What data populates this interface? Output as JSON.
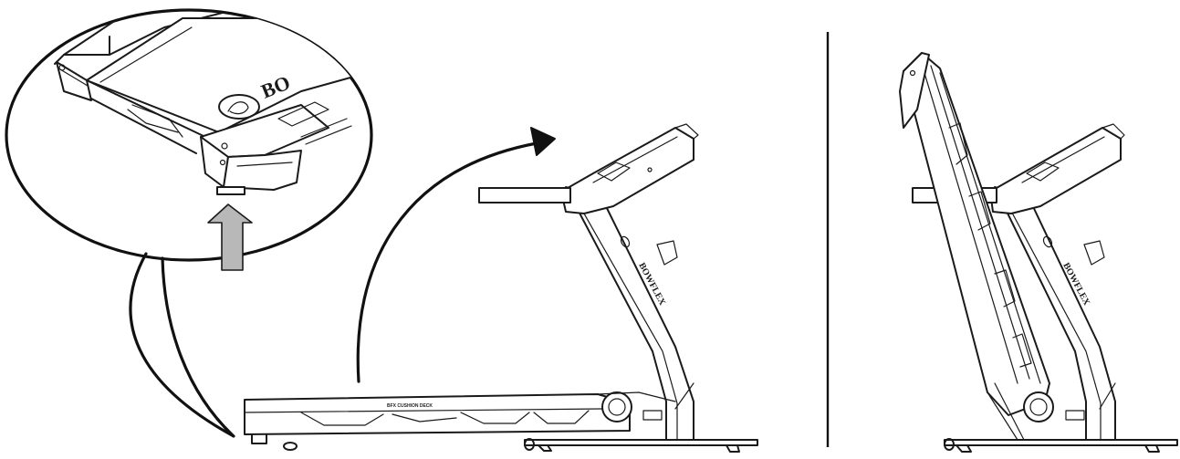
{
  "zoom_view": {
    "brand_text": "BO",
    "arrow_color": "#b8b8b8"
  },
  "treadmill": {
    "deck_label": "BFX CUSHION DECK",
    "upright_logo": "BOWFLEX"
  },
  "folded_treadmill": {
    "upright_logo": "BOWFLEX"
  },
  "colors": {
    "line": "#1a1a1a",
    "background": "#ffffff"
  }
}
